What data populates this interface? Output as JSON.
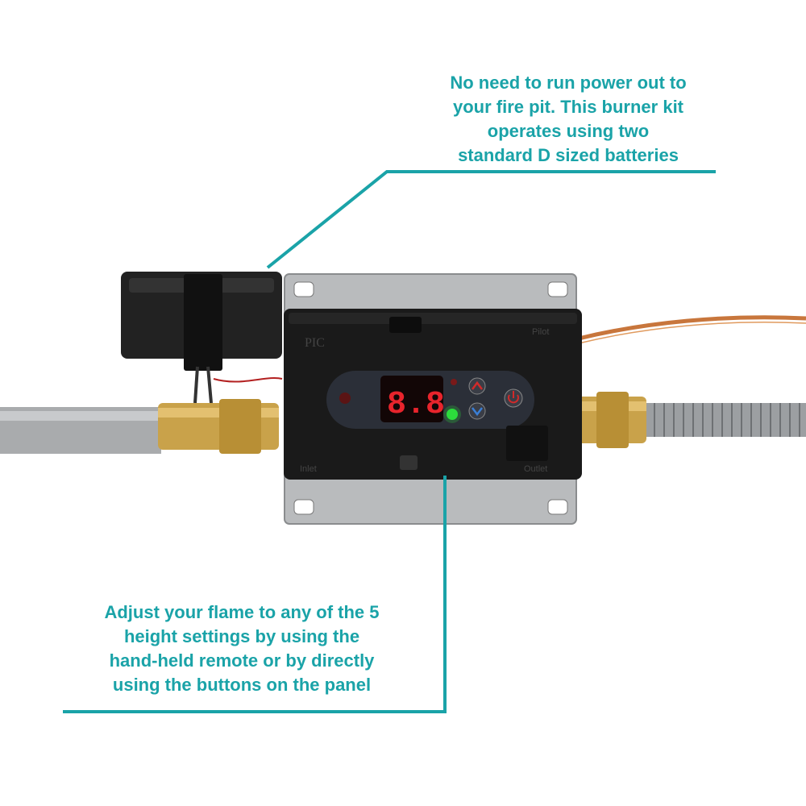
{
  "callouts": {
    "top": {
      "lines": [
        "No need to run power out to",
        "your fire pit. This burner kit",
        "operates using two",
        "standard D sized batteries"
      ]
    },
    "bottom": {
      "lines": [
        "Adjust your flame to any of the 5",
        "height settings by using the",
        "hand-held remote or by directly",
        "using the buttons on the panel"
      ]
    }
  },
  "device": {
    "display_value": "8.8",
    "brand_mark": "PIC",
    "label_pilot": "Pilot",
    "label_inlet": "Inlet",
    "label_outlet": "Outlet"
  },
  "colors": {
    "accent": "#1aa3a8",
    "panel": "#1a1a1a",
    "display_digits": "#e8242c",
    "status_led": "#2ddc3c"
  }
}
